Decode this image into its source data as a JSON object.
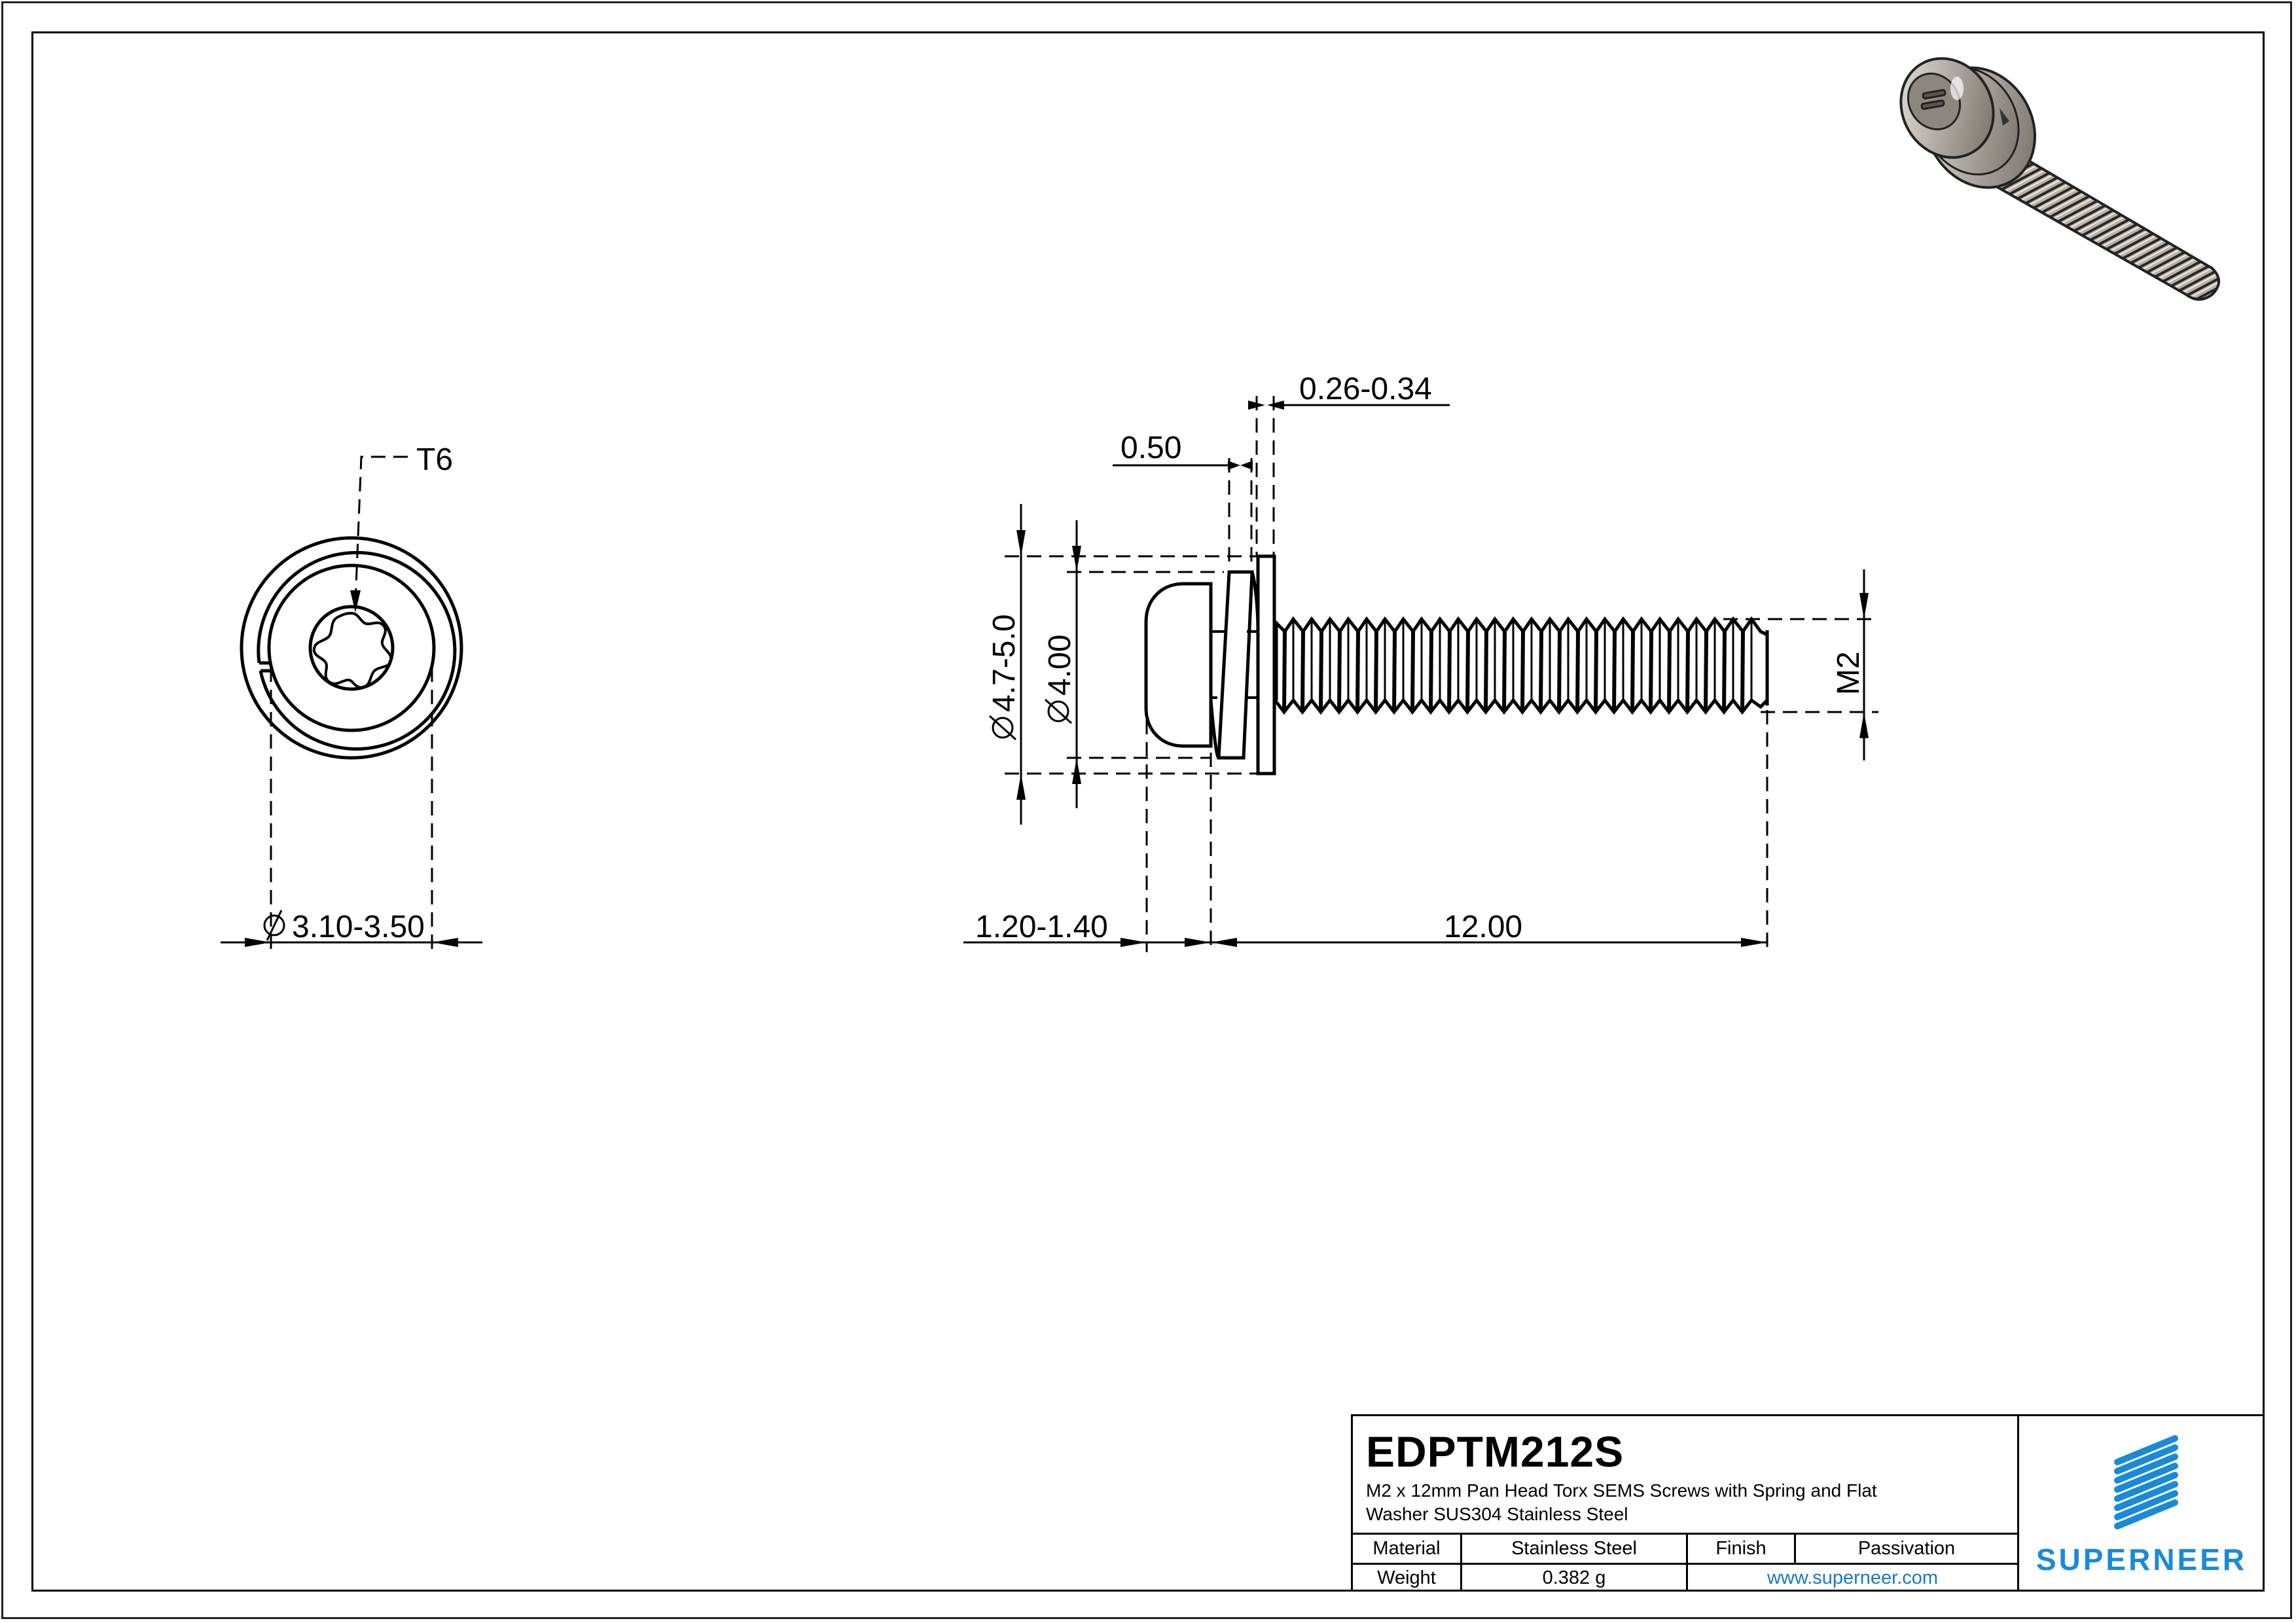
{
  "drawing": {
    "front_view": {
      "drive_label": "T6",
      "washer_diameter_label": "3.10-3.50",
      "diameter_symbol": "⌀"
    },
    "side_view": {
      "flat_washer_thickness": "0.26-0.34",
      "spring_washer_thickness": "0.50",
      "flat_washer_od": "4.7-5.0",
      "head_diameter": "4.00",
      "head_height": "1.20-1.40",
      "length": "12.00",
      "thread_size": "M2",
      "diameter_symbol": "⌀"
    },
    "render": {
      "description": "3D isometric render of pan head Torx SEMS screw with spring and flat washer",
      "color": "#b9b2aa"
    }
  },
  "title_block": {
    "part_number": "EDPTM212S",
    "description_line1": "M2 x 12mm Pan Head Torx SEMS Screws with Spring and Flat",
    "description_line2": "Washer SUS304 Stainless Steel",
    "material_label": "Material",
    "material_value": "Stainless Steel",
    "finish_label": "Finish",
    "finish_value": "Passivation",
    "weight_label": "Weight",
    "weight_value": "0.382 g",
    "website": "www.superneer.com",
    "brand": "SUPERNEER",
    "brand_color": "#1a8ad8",
    "link_color": "#1b78c2"
  }
}
